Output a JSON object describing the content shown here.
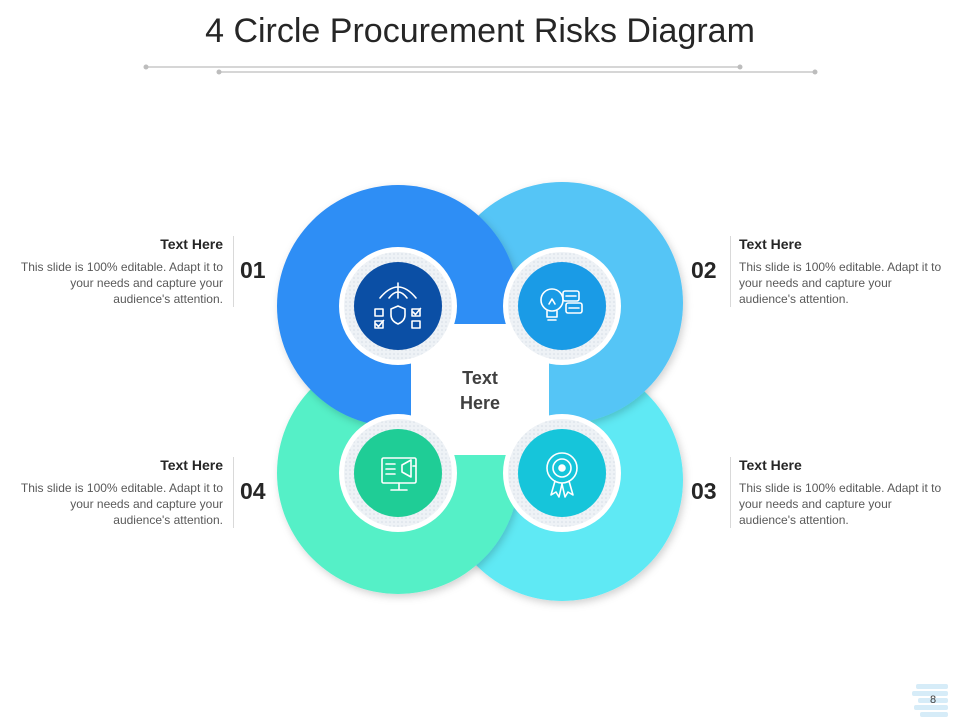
{
  "title": "4 Circle Procurement Risks Diagram",
  "center_label": "Text Here",
  "items": [
    {
      "number": "01",
      "heading": "Text Here",
      "body": "This slide is 100% editable. Adapt it to your needs and capture your audience's attention.",
      "color": "#2e8ef5",
      "inner_color": "#0b4fa5",
      "icon": "shield-checklist-icon"
    },
    {
      "number": "02",
      "heading": "Text Here",
      "body": "This slide is 100% editable. Adapt it to your needs and capture your audience's attention.",
      "color": "#55c5f6",
      "inner_color": "#1a9be6",
      "icon": "lightbulb-chat-icon"
    },
    {
      "number": "03",
      "heading": "Text Here",
      "body": "This slide is 100% editable. Adapt it to your needs and capture your audience's attention.",
      "color": "#5ee9f4",
      "inner_color": "#16c5da",
      "icon": "award-badge-icon"
    },
    {
      "number": "04",
      "heading": "Text Here",
      "body": "This slide is 100% editable. Adapt it to your needs and capture your audience's attention.",
      "color": "#55f0c7",
      "inner_color": "#1fcd96",
      "icon": "computer-megaphone-icon"
    }
  ],
  "page_number": "8"
}
